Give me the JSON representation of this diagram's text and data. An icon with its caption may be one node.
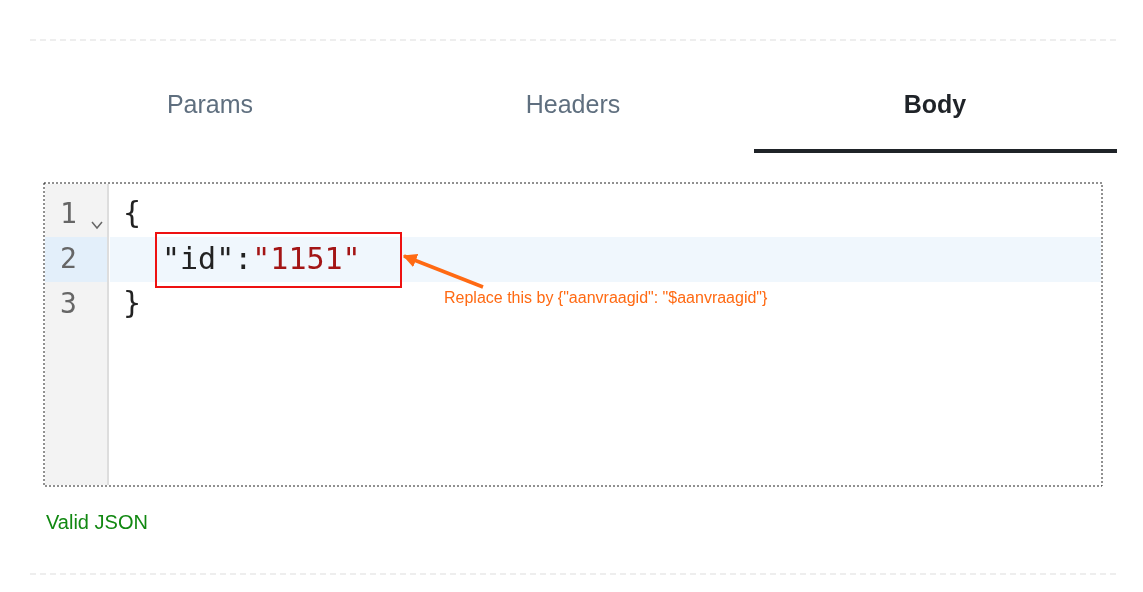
{
  "diagram": {
    "nodes": [
      {
        "text": [
          "\"id\":",
          "\"1151\""
        ]
      },
      {
        "text": [
          "Replace this by {\"aanvraagid\": \"$aanvraagid\"}"
        ]
      }
    ],
    "edges": [
      {
        "from": 1,
        "to": 0,
        "arrow": "to",
        "color": "#ff6a13"
      }
    ],
    "labels": [
      "Params",
      "Headers",
      "Body",
      "1",
      "{",
      "2",
      "3",
      "}",
      "Valid JSON"
    ]
  }
}
